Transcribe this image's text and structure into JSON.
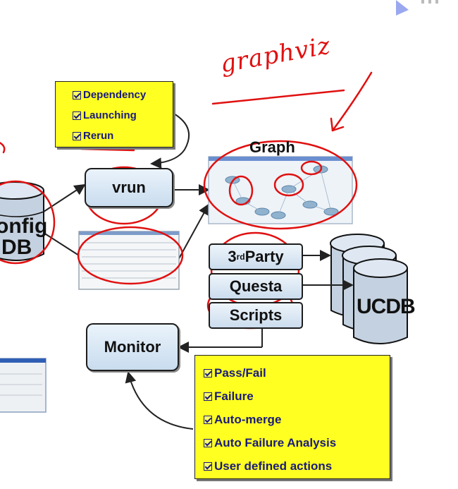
{
  "notes_top": {
    "items": [
      "Dependency",
      "Launching",
      "Rerun"
    ]
  },
  "notes_bottom": {
    "items": [
      "Pass/Fail",
      "Failure",
      "Auto-merge",
      "Auto Failure Analysis",
      "User defined actions"
    ]
  },
  "nodes": {
    "vrun": "vrun",
    "graph": "Graph",
    "monitor": "Monitor",
    "third_party": "3",
    "third_party_sup": "rd",
    "third_party_rest": " Party",
    "questa": "Questa",
    "scripts": "Scripts",
    "config_a": "onfig",
    "config_b": "DB",
    "ucdb": "UCDB"
  },
  "handwriting": "graphviz",
  "colors": {
    "note": "#ffff22",
    "ink": "#e01010",
    "box": "#c9dcee"
  }
}
